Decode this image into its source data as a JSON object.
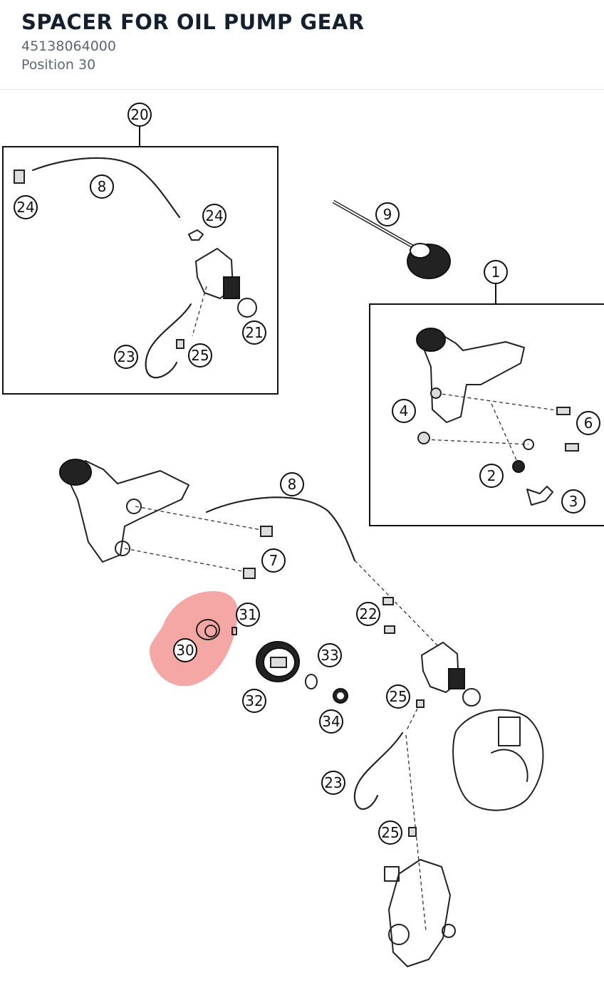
{
  "part": {
    "title": "SPACER FOR OIL PUMP GEAR",
    "number": "45138064000",
    "position": "Position 30"
  },
  "highlight": {
    "color": "#f08a86",
    "label": "30"
  },
  "callouts": {
    "c20": "20",
    "c8a": "8",
    "c24a": "24",
    "c24b": "24",
    "c21": "21",
    "c23a": "23",
    "c25a": "25",
    "c9": "9",
    "c1": "1",
    "c4": "4",
    "c6": "6",
    "c2": "2",
    "c3": "3",
    "c8b": "8",
    "c7": "7",
    "c31": "31",
    "c30": "30",
    "c22": "22",
    "c33": "33",
    "c32": "32",
    "c25b": "25",
    "c34": "34",
    "c23b": "23",
    "c25c": "25"
  }
}
